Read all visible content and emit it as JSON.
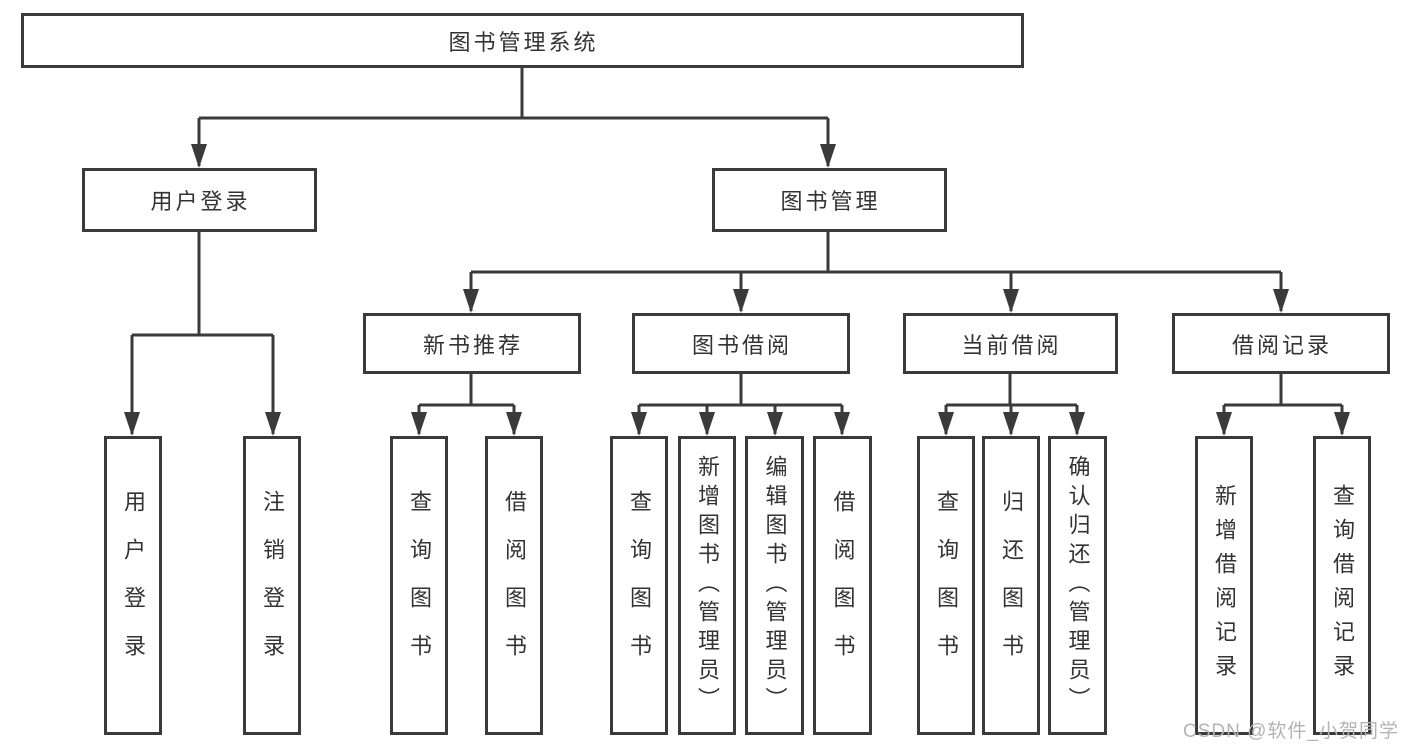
{
  "diagram_type": "hierarchy",
  "watermark": "CSDN @软件_小贺同学",
  "colors": {
    "line": "#3a3a3a",
    "box_border": "#3a3a3a",
    "text": "#333333",
    "background": "#ffffff",
    "watermark": "#b3b3b3"
  },
  "nodes": [
    {
      "id": "root",
      "label": "图书管理系统",
      "level": 1,
      "parent": null
    },
    {
      "id": "user-login",
      "label": "用户登录",
      "level": 2,
      "parent": "root"
    },
    {
      "id": "book-mgmt",
      "label": "图书管理",
      "level": 2,
      "parent": "root"
    },
    {
      "id": "new-book-rec",
      "label": "新书推荐",
      "level": 3,
      "parent": "book-mgmt"
    },
    {
      "id": "book-borrowing",
      "label": "图书借阅",
      "level": 3,
      "parent": "book-mgmt"
    },
    {
      "id": "current-borrowing",
      "label": "当前借阅",
      "level": 3,
      "parent": "book-mgmt"
    },
    {
      "id": "borrow-records",
      "label": "借阅记录",
      "level": 3,
      "parent": "book-mgmt"
    },
    {
      "id": "leaf-login",
      "label": "用户登录",
      "level": 4,
      "parent": "user-login"
    },
    {
      "id": "leaf-logout",
      "label": "注销登录",
      "level": 4,
      "parent": "user-login"
    },
    {
      "id": "leaf-nbr-query",
      "label": "查询图书",
      "level": 4,
      "parent": "new-book-rec"
    },
    {
      "id": "leaf-nbr-borrow",
      "label": "借阅图书",
      "level": 4,
      "parent": "new-book-rec"
    },
    {
      "id": "leaf-bb-query",
      "label": "查询图书",
      "level": 4,
      "parent": "book-borrowing"
    },
    {
      "id": "leaf-bb-add",
      "label": "新增图书（管理员）",
      "level": 4,
      "parent": "book-borrowing"
    },
    {
      "id": "leaf-bb-edit",
      "label": "编辑图书（管理员）",
      "level": 4,
      "parent": "book-borrowing"
    },
    {
      "id": "leaf-bb-borrow",
      "label": "借阅图书",
      "level": 4,
      "parent": "book-borrowing"
    },
    {
      "id": "leaf-cb-query",
      "label": "查询图书",
      "level": 4,
      "parent": "current-borrowing"
    },
    {
      "id": "leaf-cb-return",
      "label": "归还图书",
      "level": 4,
      "parent": "current-borrowing"
    },
    {
      "id": "leaf-cb-confirm",
      "label": "确认归还（管理员）",
      "level": 4,
      "parent": "current-borrowing"
    },
    {
      "id": "leaf-br-add",
      "label": "新增借阅记录",
      "level": 4,
      "parent": "borrow-records"
    },
    {
      "id": "leaf-br-query",
      "label": "查询借阅记录",
      "level": 4,
      "parent": "borrow-records"
    }
  ]
}
